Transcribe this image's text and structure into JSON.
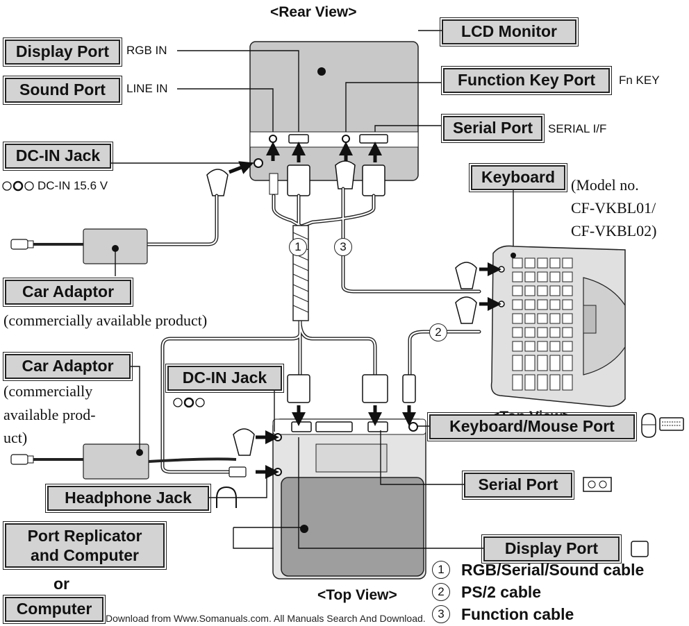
{
  "views": {
    "rear": "<Rear View>",
    "top_keyboard": "<Top View>",
    "top_computer": "<Top View>"
  },
  "labels": {
    "lcd_monitor": "LCD Monitor",
    "display_port_top": "Display Port",
    "sound_port": "Sound Port",
    "function_key_port": "Function Key Port",
    "serial_port_top": "Serial Port",
    "dcin_jack_left": "DC-IN Jack",
    "keyboard": "Keyboard",
    "car_adaptor_1": "Car Adaptor",
    "car_adaptor_2": "Car Adaptor",
    "dcin_jack_center": "DC-IN Jack",
    "keyboard_mouse_port": "Keyboard/Mouse Port",
    "serial_port_bottom": "Serial Port",
    "display_port_bottom": "Display Port",
    "headphone_jack": "Headphone Jack",
    "port_replicator_line1": "Port Replicator",
    "port_replicator_line2": "and Computer",
    "or": "or",
    "computer": "Computer"
  },
  "port_texts": {
    "rgb_in": "RGB IN",
    "line_in": "LINE IN",
    "fn_key": "Fn KEY",
    "serial_if": "SERIAL I/F",
    "dcin_voltage": "DC-IN 15.6 V"
  },
  "notes": {
    "keyboard_model_1": "(Model no.",
    "keyboard_model_2": "CF-VKBL01/",
    "keyboard_model_3": "CF-VKBL02)",
    "commercial_1": "(commercially available product)",
    "commercial_2a": "(commercially",
    "commercial_2b": "available prod-",
    "commercial_2c": "uct)"
  },
  "cables": [
    {
      "num": "1",
      "name": "RGB/Serial/Sound cable"
    },
    {
      "num": "2",
      "name": "PS/2 cable"
    },
    {
      "num": "3",
      "name": "Function cable"
    }
  ],
  "footer": "Download from Www.Somanuals.com. All Manuals Search And Download."
}
